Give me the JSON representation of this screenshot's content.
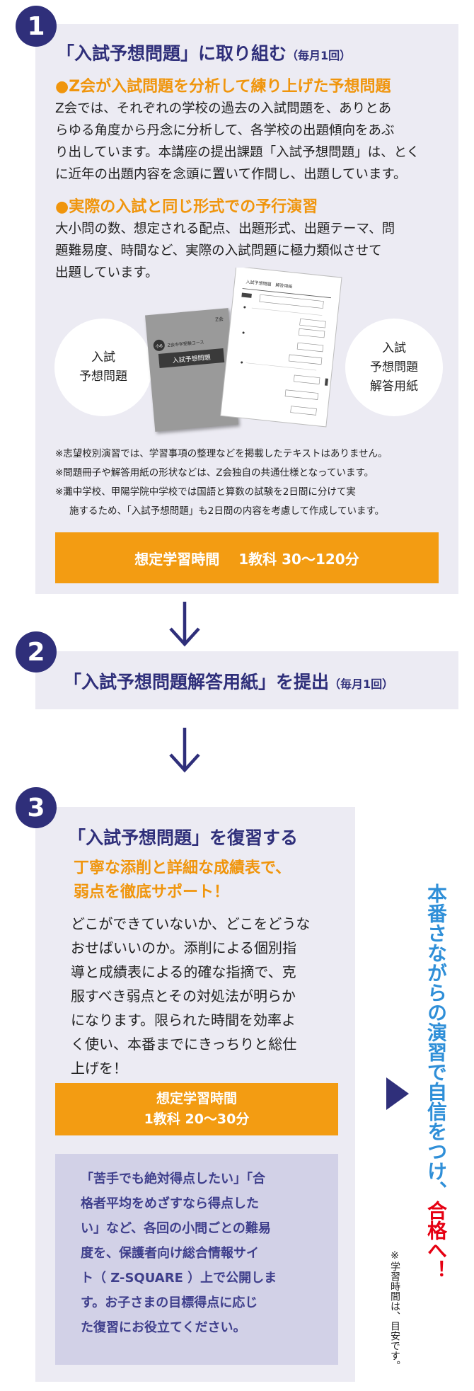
{
  "step1": {
    "number": "1",
    "title": "「入試予想問題」に取り組む",
    "title_note": "（毎月1回）",
    "point1": {
      "heading": "●Z会が入試問題を分析して練り上げた予想問題",
      "lines": [
        "Z会では、それぞれの学校の過去の入試問題を、ありとあ",
        "らゆる角度から丹念に分析して、各学校の出題傾向をあぶ",
        "り出しています。本講座の提出課題「入試予想問題」は、とく",
        "に近年の出題内容を念頭に置いて作問し、出題しています。"
      ]
    },
    "point2": {
      "heading": "●実際の入試と同じ形式での予行演習",
      "lines": [
        "大小問の数、想定される配点、出題形式、出題テーマ、問",
        "題難易度、時間など、実際の入試問題に極力類似させて",
        "出題しています。"
      ]
    },
    "left_label": [
      "入試",
      "予想問題"
    ],
    "right_label": [
      "入試",
      "予想問題",
      "解答用紙"
    ],
    "booklet": {
      "brand": "Z会",
      "badge": "小6",
      "series": "Z会中学受験コース",
      "title": "入試予想問題"
    },
    "answer_sheet_title": "入試予想問題　解答用紙",
    "notes": [
      "※志望校別演習では、学習事項の整理などを掲載したテキストはありません。",
      "※問題冊子や解答用紙の形状などは、Z会独自の共通仕様となっています。",
      "※灘中学校、甲陽学院中学校では国語と算数の試験を2日間に分けて実",
      "施するため、「入試予想問題」も2日間の内容を考慮して作成しています。"
    ],
    "study_time": "想定学習時間　 1教科 30〜120分"
  },
  "step2": {
    "number": "2",
    "title": "「入試予想問題解答用紙」を提出",
    "title_note": "（毎月1回）"
  },
  "step3": {
    "number": "3",
    "title": "「入試予想問題」を復習する",
    "subheading": [
      "丁寧な添削と詳細な成績表で、",
      "弱点を徹底サポート！"
    ],
    "lines": [
      "どこができていないか、どこをどうな",
      "おせばいいのか。添削による個別指",
      "導と成績表による的確な指摘で、克",
      "服すべき弱点とその対処法が明らか",
      "になります。限られた時間を効率よ",
      "く使い、本番までにきっちりと総仕",
      "上げを！"
    ],
    "study_time": [
      "想定学習時間",
      "1教科 20〜30分"
    ],
    "support_lines": [
      "「苦手でも絶対得点したい」「合",
      "格者平均をめざすなら得点した",
      "い」など、各回の小問ごとの難易",
      "度を、保護者向け総合情報サイ",
      "ト（ Z-SQUARE ）上で公開しま",
      "す。お子さまの目標得点に応じ",
      "た復習にお役立てください。"
    ]
  },
  "side": {
    "slogan": "本番さながらの演習で自信をつけ、",
    "slogan_red": "合格へ！",
    "footnote": "※学習時間は、目安です。"
  },
  "colors": {
    "navy": "#2f2f7a",
    "orange": "#f39c12",
    "orange_text": "#f0950c",
    "panel": "#ecebf3",
    "support_bg": "#d2d1e7",
    "slogan_blue": "#2f8fd8",
    "red": "#e60012"
  }
}
